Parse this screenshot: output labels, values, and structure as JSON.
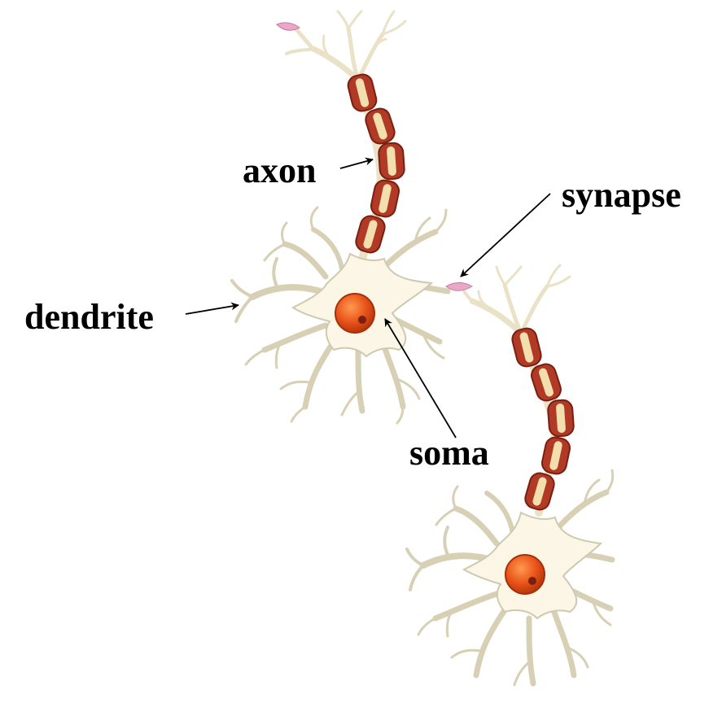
{
  "labels": {
    "axon": "axon",
    "synapse": "synapse",
    "dendrite": "dendrite",
    "soma": "soma"
  },
  "colors": {
    "cell_body": "#fbf6e6",
    "cell_outline": "#cfc9b0",
    "myelin": "#b03a26",
    "myelin_inner": "#f3dfae",
    "nucleus": "#e8531a",
    "nucleolus": "#7a1e10",
    "terminal": "#e9a8c8",
    "arrow": "#000000"
  }
}
